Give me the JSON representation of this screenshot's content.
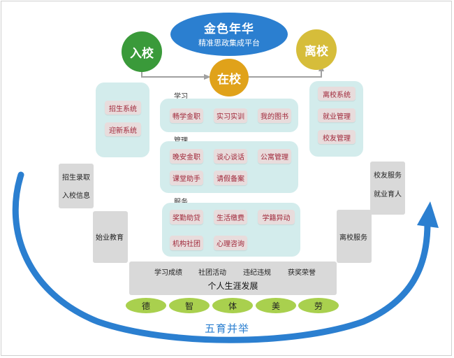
{
  "title": {
    "main": "金色年华",
    "sub": "精准思政集成平台"
  },
  "stages": {
    "enter": "入校",
    "during": "在校",
    "leave": "离校"
  },
  "colors": {
    "blue": "#2b7fd0",
    "green": "#3a9a3a",
    "orange": "#e0a21a",
    "gold": "#d6bd3a",
    "panel": "#d3ecec",
    "chip": "#e8dcdc",
    "chip_text": "#a0283a",
    "grey": "#d9d9d9",
    "oval": "#a9d04e"
  },
  "left_panel": {
    "items": [
      "招生系统",
      "迎新系统"
    ]
  },
  "right_panel": {
    "items": [
      "离校系统",
      "就业管理",
      "校友管理"
    ]
  },
  "study": {
    "label": "学习",
    "items": [
      "畅学金职",
      "实习实训",
      "我的图书"
    ]
  },
  "manage": {
    "label": "管理",
    "items": [
      "晚安金职",
      "谈心谈话",
      "公寓管理",
      "课堂助手",
      "请假备案"
    ]
  },
  "service": {
    "label": "服务",
    "items": [
      "奖勤助贷",
      "生活缴费",
      "学籍异动",
      "机构社团",
      "心理咨询"
    ]
  },
  "side": {
    "admission": [
      "招生录取",
      "入校信息"
    ],
    "orientation": "始业教育",
    "alumni": [
      "校友服务",
      "就业育人"
    ],
    "leave_service": "离校服务"
  },
  "career": {
    "items": [
      "学习成绩",
      "社团活动",
      "违纪违规",
      "获奖荣誉"
    ],
    "title": "个人生涯发展"
  },
  "virtues": [
    "德",
    "智",
    "体",
    "美",
    "劳"
  ],
  "footer": "五育并举"
}
